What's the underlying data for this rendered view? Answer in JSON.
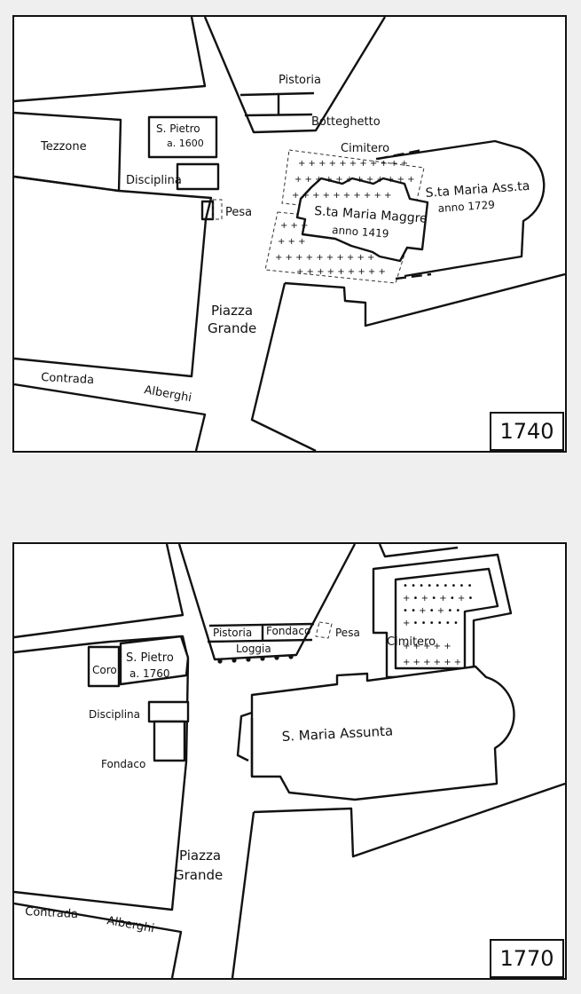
{
  "maps": {
    "first": {
      "year": "1740",
      "labels": {
        "pistoria": "Pistoria",
        "botteghetto": "Botteghetto",
        "tezzone": "Tezzone",
        "s_pietro": "S. Pietro",
        "s_pietro_year": "a. 1600",
        "disciplina": "Disciplina",
        "pesa": "Pesa",
        "cimitero": "Cimitero",
        "sta_maria_maggre": "S.ta Maria Maggre",
        "sta_maria_maggre_year": "anno 1419",
        "sta_maria_assta": "S.ta Maria Ass.ta",
        "sta_maria_assta_year": "anno 1729",
        "piazza": "Piazza",
        "grande": "Grande",
        "contrada": "Contrada",
        "alberghi": "Alberghi"
      }
    },
    "second": {
      "year": "1770",
      "labels": {
        "pistoria": "Pistoria",
        "fondaco_top": "Fondaco",
        "pesa": "Pesa",
        "loggia": "Loggia",
        "coro": "Coro",
        "s_pietro": "S. Pietro",
        "s_pietro_year": "a. 1760",
        "cimitero": "Cimitero",
        "disciplina": "Disciplina",
        "fondaco_left": "Fondaco",
        "s_maria_assunta": "S. Maria Assunta",
        "piazza": "Piazza",
        "grande": "Grande",
        "contrada": "Contrada",
        "alberghi": "Alberghi"
      }
    }
  }
}
